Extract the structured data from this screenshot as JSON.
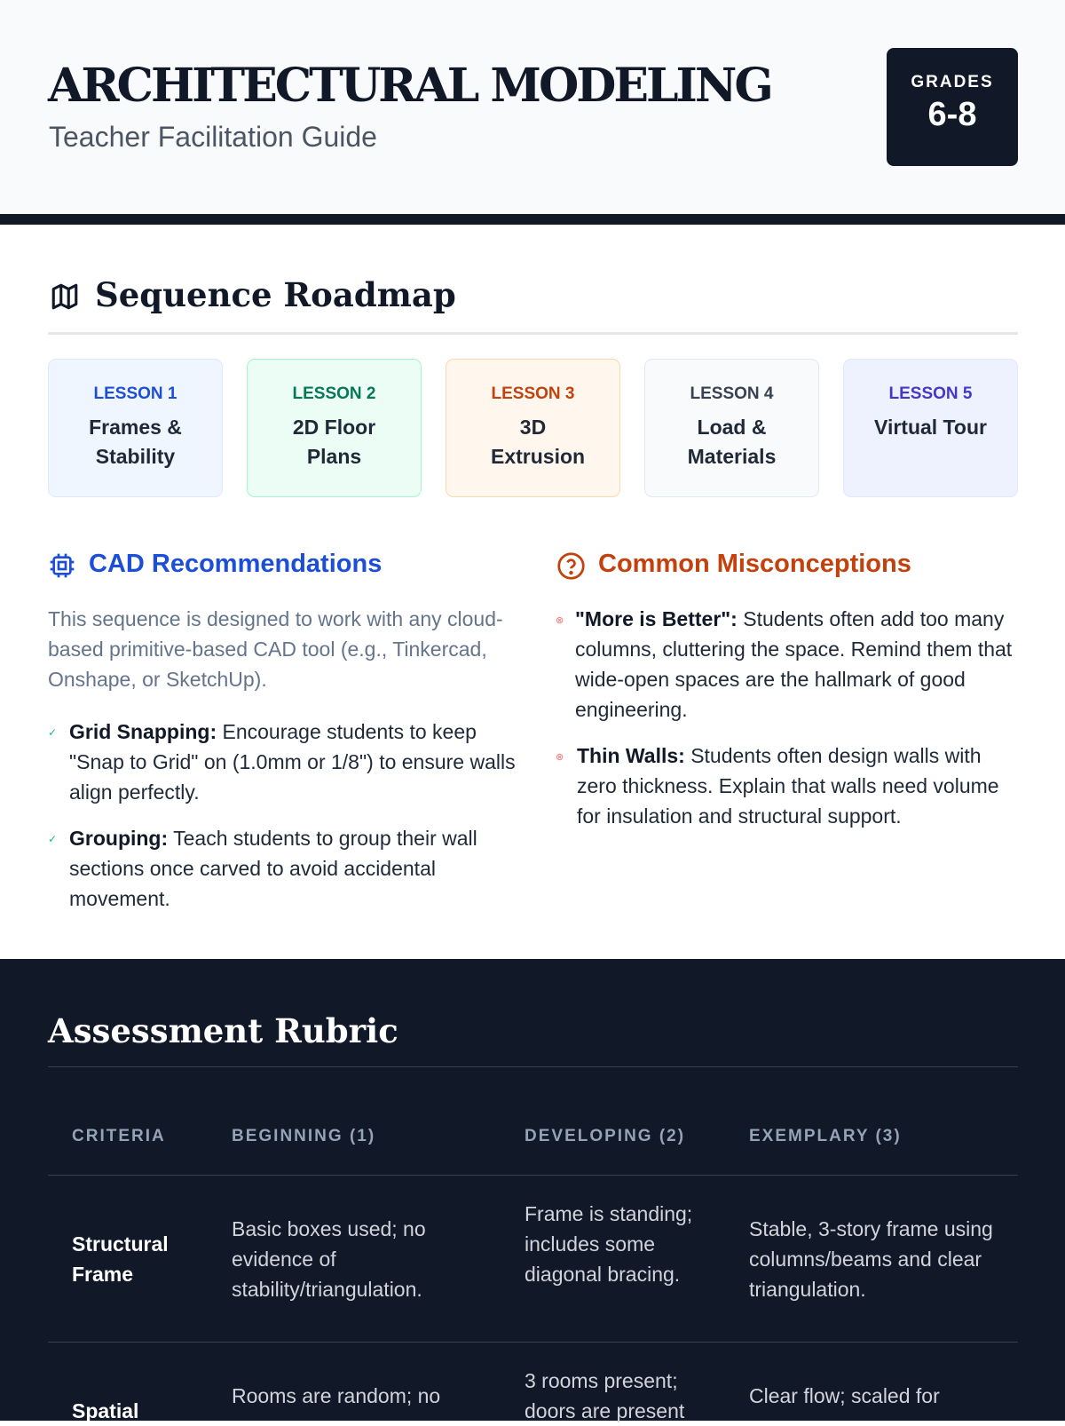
{
  "header": {
    "title": "ARCHITECTURAL MODELING",
    "subtitle": "Teacher Facilitation Guide",
    "grade_label": "GRADES",
    "grade_value": "6-8"
  },
  "roadmap": {
    "title": "Sequence Roadmap",
    "icon": "map-icon",
    "lessons": [
      {
        "num": "LESSON 1",
        "title": "Frames & Stability",
        "color": "#1d4ed8"
      },
      {
        "num": "LESSON 2",
        "title": "2D Floor Plans",
        "color": "#047857"
      },
      {
        "num": "LESSON 3",
        "title": "3D Extrusion",
        "color": "#c2410c"
      },
      {
        "num": "LESSON 4",
        "title": "Load & Materials",
        "color": "#374151"
      },
      {
        "num": "LESSON 5",
        "title": "Virtual Tour",
        "color": "#4338ca"
      }
    ]
  },
  "cad": {
    "title": "CAD Recommendations",
    "icon": "cpu-icon",
    "intro": "This sequence is designed to work with any cloud-based primitive-based CAD tool (e.g., Tinkercad, Onshape, or SketchUp).",
    "items": [
      {
        "label": "Grid Snapping:",
        "text": " Encourage students to keep \"Snap to Grid\" on (1.0mm or 1/8\") to ensure walls align perfectly."
      },
      {
        "label": "Grouping:",
        "text": " Teach students to group their wall sections once carved to avoid accidental movement."
      }
    ]
  },
  "misconceptions": {
    "title": "Common Misconceptions",
    "icon": "help-circle-icon",
    "items": [
      {
        "label": "\"More is Better\":",
        "text": " Students often add too many columns, cluttering the space. Remind them that wide-open spaces are the hallmark of good engineering."
      },
      {
        "label": "Thin Walls:",
        "text": " Students often design walls with zero thickness. Explain that walls need volume for insulation and structural support."
      }
    ]
  },
  "rubric": {
    "title": "Assessment Rubric",
    "headers": [
      "CRITERIA",
      "BEGINNING (1)",
      "DEVELOPING (2)",
      "EXEMPLARY (3)"
    ],
    "rows": [
      {
        "criteria": "Structural Frame",
        "beginning": "Basic boxes used; no evidence of stability/triangulation.",
        "developing": "Frame is standing; includes some diagonal bracing.",
        "exemplary": "Stable, 3-story frame using columns/beams and clear triangulation."
      },
      {
        "criteria": "Spatial",
        "beginning": "Rooms are random; no",
        "developing": "3 rooms present; doors are present",
        "exemplary": "Clear flow; scaled for"
      }
    ]
  }
}
